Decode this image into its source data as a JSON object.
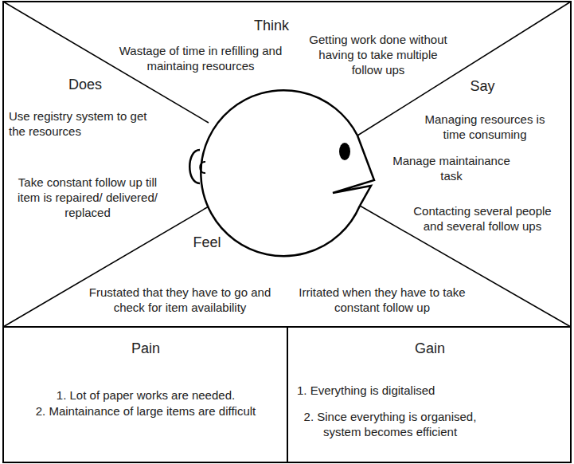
{
  "diagram": {
    "nodes": [
      {
        "text": [
          "Think",
          "Wastage of time in refilling and maintaing resources",
          "Getting work done without having to take multiple follow ups"
        ]
      },
      {
        "text": [
          "Does",
          "Use registry system to get the resources",
          "Take constant follow up till item is repaired/ delivered/ replaced"
        ]
      },
      {
        "text": [
          "Say",
          "Managing resources is time consuming",
          "Manage maintainance task",
          "Contacting several people and several follow ups"
        ]
      },
      {
        "text": [
          "Feel",
          "Frustated that they have to go and check for item availability",
          "Irritated when they have to take constant follow up"
        ]
      },
      {
        "text": [
          "Pain",
          "1. Lot of paper works are needed.",
          "2. Maintainance of large items are difficult"
        ]
      },
      {
        "text": [
          "Gain",
          "1. Everything is digitalised",
          "2. Since everything is organised, system becomes efficient"
        ]
      }
    ]
  }
}
